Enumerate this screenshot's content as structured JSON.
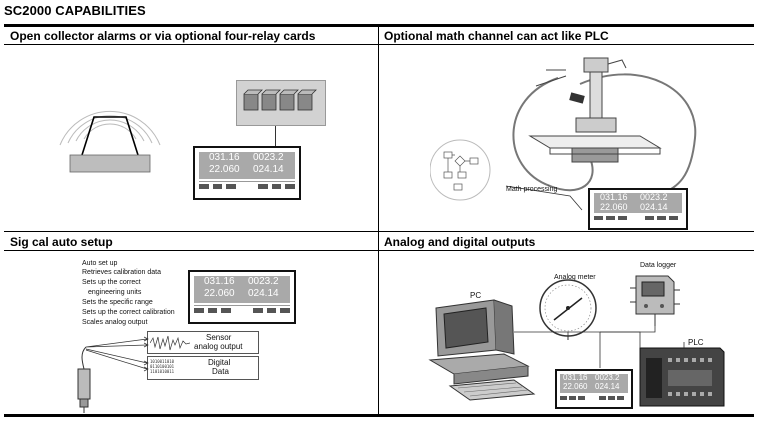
{
  "page": {
    "title": "SC2000 CAPABILITIES"
  },
  "panels": [
    {
      "title": "Open collector alarms or via optional four-relay cards"
    },
    {
      "title": "Optional math channel can act like PLC",
      "label_math": "Math processing"
    },
    {
      "title": "Sig cal auto setup",
      "steps": [
        "Auto set up",
        "Retrieves calibration data",
        "Sets up the correct",
        "engineering units",
        "Sets the specific range",
        "Sets up the correct calibration",
        "Scales analog output"
      ],
      "sensor_label_1": "Sensor",
      "sensor_label_2": "analog output",
      "digital_label_1": "Digital",
      "digital_label_2": "Data"
    },
    {
      "title": "Analog and digital outputs",
      "label_pc": "PC",
      "label_meter": "Analog meter",
      "label_logger": "Data logger",
      "label_plc": "PLC"
    }
  ],
  "display": {
    "r1c1": "031.16",
    "r1c2": "0023.2",
    "r2c1": "22.060",
    "r2c2": "024.14"
  },
  "colors": {
    "header_bg": "#d9d9d9",
    "lcd_bg": "#b9b9b9",
    "relay_bg": "#cfcfcf"
  }
}
